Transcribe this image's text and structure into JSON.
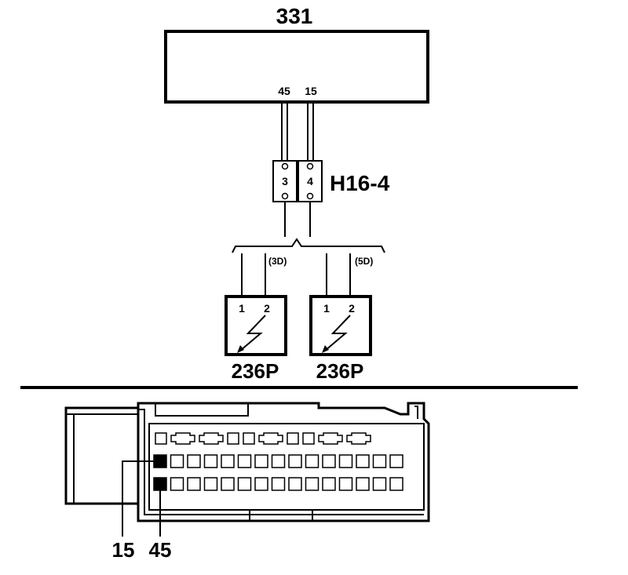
{
  "colors": {
    "line": "#000000",
    "background": "#ffffff"
  },
  "control_unit": {
    "label": "331",
    "pin_left": "45",
    "pin_right": "15"
  },
  "connector": {
    "label": "H16-4",
    "pin_left": "3",
    "pin_right": "4"
  },
  "branches": [
    {
      "variant": "(3D)",
      "pin_a": "1",
      "pin_b": "2",
      "label": "236P"
    },
    {
      "variant": "(5D)",
      "pin_a": "1",
      "pin_b": "2",
      "label": "236P"
    }
  ],
  "plug": {
    "pin_left": "15",
    "pin_right": "45"
  }
}
